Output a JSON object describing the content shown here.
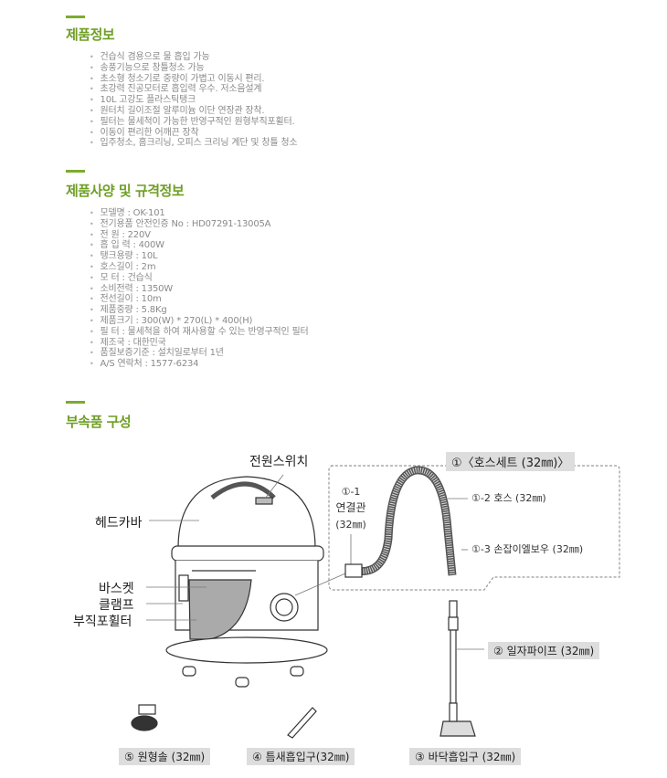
{
  "section1": {
    "title": "제품정보",
    "items": [
      "건습식 겸용으로 물 흡입 가능",
      "송풍기능으로 창틀청소 가능",
      "초소형 청소기로 중량이 가볍고 이동시 편리.",
      "초강력 진공모터로 흡입력 우수. 저소음설계",
      "10L 고강도 플라스틱탱크",
      "원터치 길이조절 알루미늄 이단 연장관 장착.",
      "필터는 물세척이 가능한 반영구적인 원형부직포휠터.",
      "이동이 편리한 어깨끈 장착",
      "입주청소, 홈크리닝, 오피스 크리닝 계단 및 창틀 청소"
    ]
  },
  "section2": {
    "title": "제품사양 및 규격정보",
    "items": [
      "모델명 : OK-101",
      "전기용품 안전인증 No : HD07291-13005A",
      "전 원 : 220V",
      "흡 입 력 : 400W",
      "탱크용량 : 10L",
      "호스길이 : 2m",
      "모 터 : 건습식",
      "소비전력 : 1350W",
      "전선길이 : 10m",
      "제품중량 : 5.8Kg",
      "제품크기 : 300(W) * 270(L) * 400(H)",
      "필 터 : 물세척을 하여 재사용할 수 있는 반영구적인 필터",
      "제조국 : 대한민국",
      "품질보증기준 : 설치일로부터 1년",
      "A/S 연락처 : 1577-6234"
    ]
  },
  "section3": {
    "title": "부속품 구성"
  },
  "diagram": {
    "power_switch": "전원스위치",
    "head_cover": "헤드카바",
    "basket": "바스켓",
    "clamp": "클램프",
    "filter": "부직포휠터",
    "hose_set": "①〈호스세트 (32㎜)〉",
    "connector_num": "①-1",
    "connector": "연결관",
    "connector_size": "(32㎜)",
    "hose": "①-2 호스 (32㎜)",
    "elbow": "①-3 손잡이엘보우 (32㎜)",
    "pipe": "② 일자파이프 (32㎜)",
    "brush": "⑤ 원형솔 (32㎜)",
    "crevice": "④ 틈새흡입구(32㎜)",
    "floor": "③ 바닥흡입구 (32㎜)"
  }
}
